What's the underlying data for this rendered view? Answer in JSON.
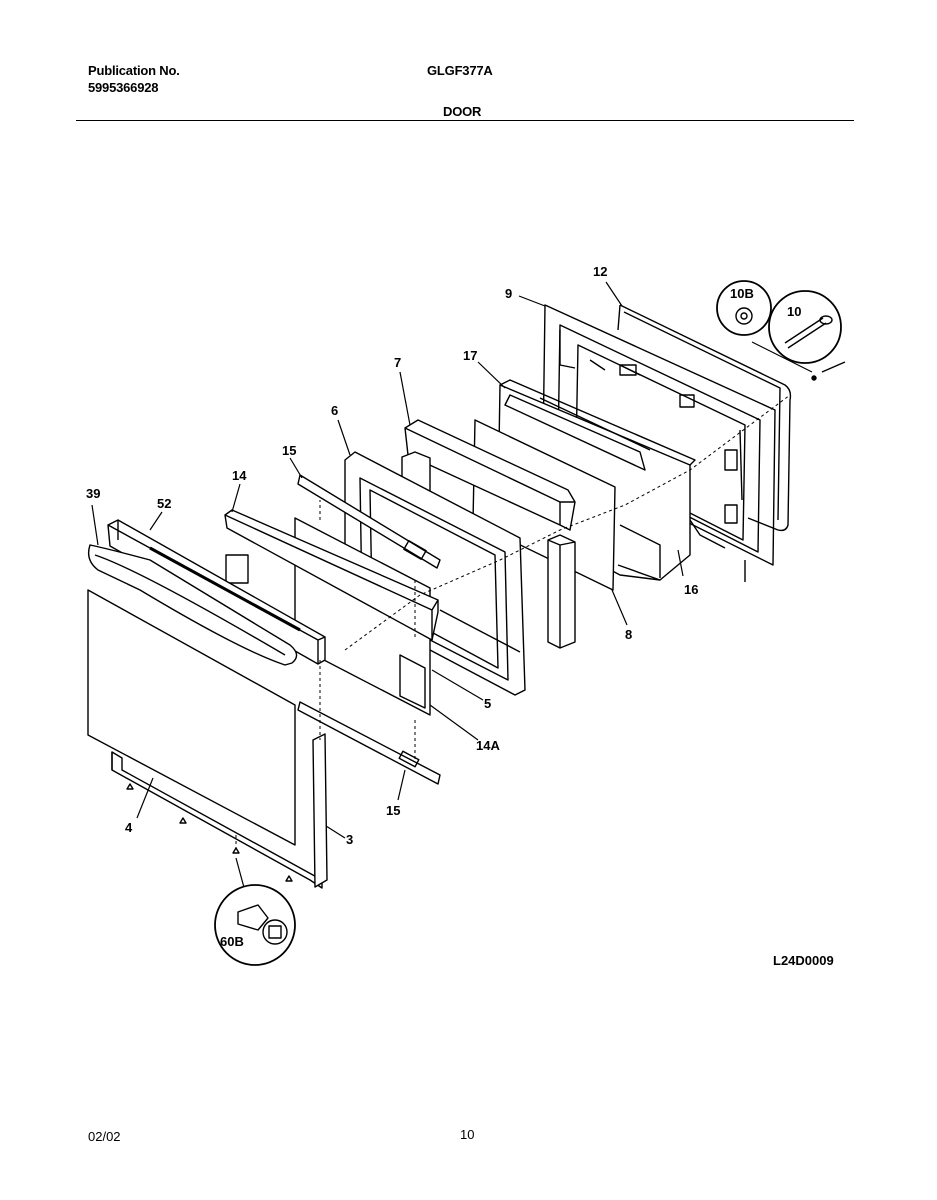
{
  "header": {
    "publication_label": "Publication No.",
    "publication_number": "5995366928",
    "model": "GLGF377A",
    "section": "DOOR"
  },
  "diagram": {
    "code": "L24D0009",
    "parts": [
      "12",
      "9",
      "10B",
      "10",
      "7",
      "17",
      "6",
      "15",
      "14",
      "39",
      "52",
      "16",
      "8",
      "5",
      "14A",
      "15",
      "4",
      "3",
      "60B"
    ]
  },
  "footer": {
    "date": "02/02",
    "page": "10"
  }
}
